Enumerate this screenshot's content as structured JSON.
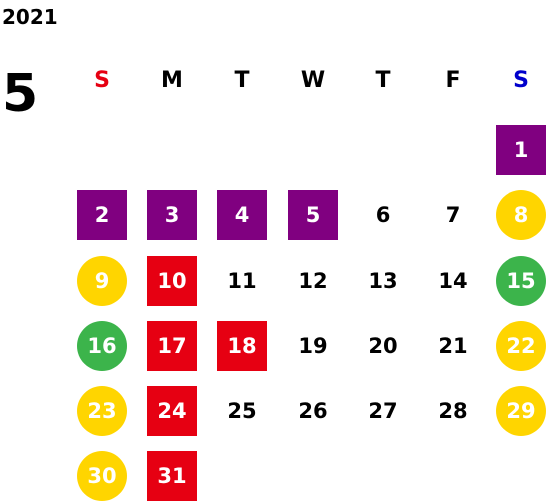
{
  "calendar": {
    "year": "2021",
    "month": "5",
    "weekdays": [
      {
        "label": "S",
        "color": "#e60012"
      },
      {
        "label": "M",
        "color": "#000000"
      },
      {
        "label": "T",
        "color": "#000000"
      },
      {
        "label": "W",
        "color": "#000000"
      },
      {
        "label": "T",
        "color": "#000000"
      },
      {
        "label": "F",
        "color": "#000000"
      },
      {
        "label": "S",
        "color": "#0000cc"
      }
    ],
    "first_weekday_index": 6,
    "colors": {
      "purple": "#800080",
      "red": "#e60012",
      "yellow": "#ffd500",
      "green": "#3cb44b"
    },
    "days": [
      {
        "day": "1",
        "style": "purple"
      },
      {
        "day": "2",
        "style": "purple"
      },
      {
        "day": "3",
        "style": "purple"
      },
      {
        "day": "4",
        "style": "purple"
      },
      {
        "day": "5",
        "style": "purple"
      },
      {
        "day": "6",
        "style": "plain"
      },
      {
        "day": "7",
        "style": "plain"
      },
      {
        "day": "8",
        "style": "yellow"
      },
      {
        "day": "9",
        "style": "yellow"
      },
      {
        "day": "10",
        "style": "red"
      },
      {
        "day": "11",
        "style": "plain"
      },
      {
        "day": "12",
        "style": "plain"
      },
      {
        "day": "13",
        "style": "plain"
      },
      {
        "day": "14",
        "style": "plain"
      },
      {
        "day": "15",
        "style": "green"
      },
      {
        "day": "16",
        "style": "green"
      },
      {
        "day": "17",
        "style": "red"
      },
      {
        "day": "18",
        "style": "red"
      },
      {
        "day": "19",
        "style": "plain"
      },
      {
        "day": "20",
        "style": "plain"
      },
      {
        "day": "21",
        "style": "plain"
      },
      {
        "day": "22",
        "style": "yellow"
      },
      {
        "day": "23",
        "style": "yellow"
      },
      {
        "day": "24",
        "style": "red"
      },
      {
        "day": "25",
        "style": "plain"
      },
      {
        "day": "26",
        "style": "plain"
      },
      {
        "day": "27",
        "style": "plain"
      },
      {
        "day": "28",
        "style": "plain"
      },
      {
        "day": "29",
        "style": "yellow"
      },
      {
        "day": "30",
        "style": "yellow"
      },
      {
        "day": "31",
        "style": "red"
      }
    ]
  }
}
